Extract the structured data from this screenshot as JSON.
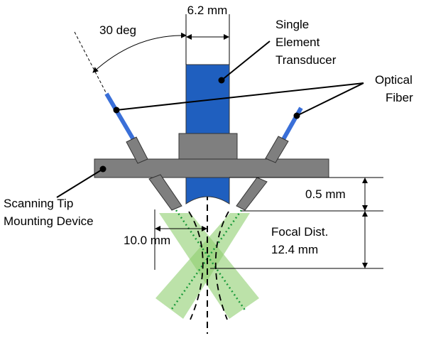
{
  "labels": {
    "width_dimension": "6.2 mm",
    "angle": "30 deg",
    "transducer": [
      "Single",
      "Element",
      "Transducer"
    ],
    "optical_fiber": [
      "Optical",
      "Fiber"
    ],
    "mounting_device": [
      "Scanning Tip",
      "Mounting Device"
    ],
    "gap_dimension": "0.5 mm",
    "focal_distance": [
      "Focal Dist.",
      "12.4 mm"
    ],
    "offset_dimension": "10.0 mm"
  },
  "colors": {
    "transducer": "#1f5fbf",
    "fiber": "#3a6fd8",
    "mount": "#7f7f7f",
    "beam": "#8fcf6f",
    "beam_dots": "#1a9a3a"
  }
}
